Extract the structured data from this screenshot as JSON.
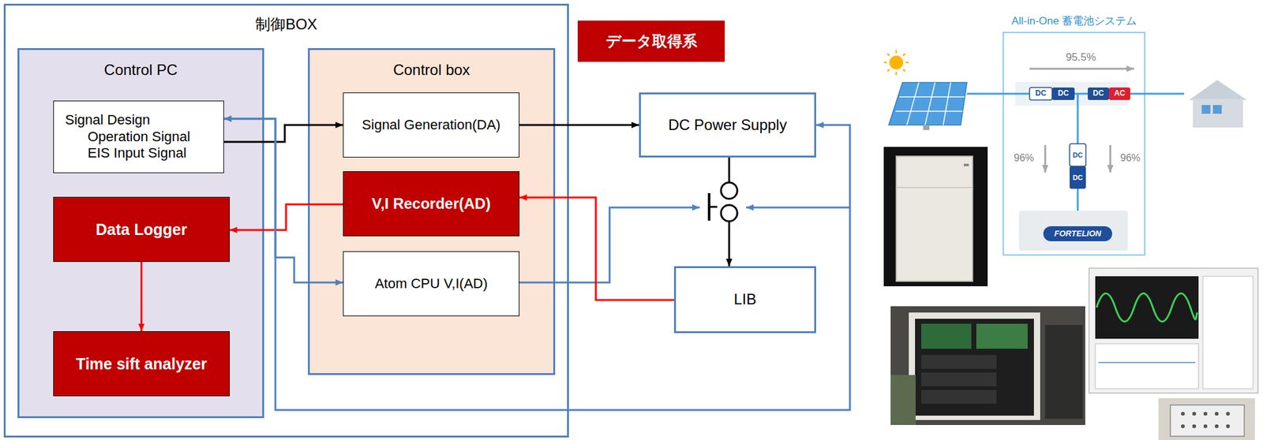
{
  "diagram": {
    "nodes": [
      {
        "text": [
          "制御BOX"
        ]
      },
      {
        "text": [
          "Control PC"
        ],
        "in": 0
      },
      {
        "text": [
          "Signal Design",
          "Operation Signal",
          "EIS Input Signal"
        ],
        "in": 1
      },
      {
        "text": [
          "Data Logger"
        ],
        "in": 1
      },
      {
        "text": [
          "Time sift analyzer"
        ],
        "in": 1
      },
      {
        "text": [
          "Control box"
        ],
        "in": 0
      },
      {
        "text": [
          "Signal Generation(DA)"
        ],
        "in": 5
      },
      {
        "text": [
          "V,I Recorder(AD)"
        ],
        "in": 5
      },
      {
        "text": [
          "Atom CPU V,I(AD)"
        ],
        "in": 5
      },
      {
        "text": [
          "データ取得系"
        ]
      },
      {
        "text": [
          "DC Power Supply"
        ]
      },
      {
        "text": [
          "LIB"
        ]
      },
      {
        "text": [
          "All-in-One 蓄電池システム"
        ]
      }
    ],
    "edges": [
      {
        "from": 2,
        "to": 6,
        "arrow": "to"
      },
      {
        "from": 6,
        "to": 10,
        "arrow": "to"
      },
      {
        "from": 11,
        "to": 7,
        "arrow": "to"
      },
      {
        "from": 7,
        "to": 3,
        "arrow": "to"
      },
      {
        "from": 3,
        "to": 4,
        "arrow": "to"
      },
      {
        "from": 2,
        "to": 10,
        "arrow": "both"
      },
      {
        "from": 2,
        "to": 8,
        "arrow": "both"
      },
      {
        "from": 10,
        "to": 11,
        "arrow": "to"
      }
    ],
    "labels": [
      "95.5%",
      "DC",
      "DC",
      "DC",
      "AC",
      "96%",
      "DC",
      "DC",
      "96%",
      "FORTELION"
    ]
  }
}
